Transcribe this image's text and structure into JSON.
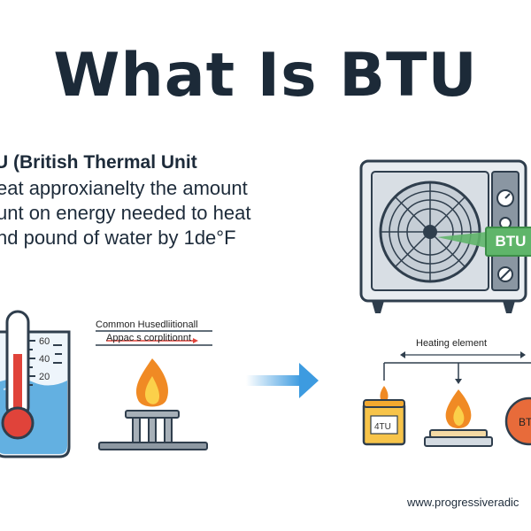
{
  "title": "What Is BTU",
  "definition": {
    "heading": "U (British Thermal Unit",
    "line1": "eat approxianelty the amount",
    "line2": "unt on energy needed to heat",
    "line3": "nd pound of water by 1de°F"
  },
  "thermometer": {
    "tick_60": "60",
    "tick_40": "40",
    "tick_20": "20"
  },
  "burner": {
    "label_top": "Common Husedliitionall",
    "label_bottom": "Appac s corplitionnt"
  },
  "heater": {
    "label": "Heating element",
    "candle_label": "4TU",
    "circle_label": "BTU"
  },
  "ac_unit": {
    "badge": "BTU"
  },
  "footer": {
    "url": "www.progressiveradic"
  },
  "colors": {
    "title": "#1c2a38",
    "text": "#1d2b3a",
    "badge_green": "#5fb56a",
    "water_blue": "#4aa3dc",
    "flame_orange": "#f08a24",
    "thermo_red": "#e0433a",
    "arrow_blue": "#3d9be0"
  }
}
